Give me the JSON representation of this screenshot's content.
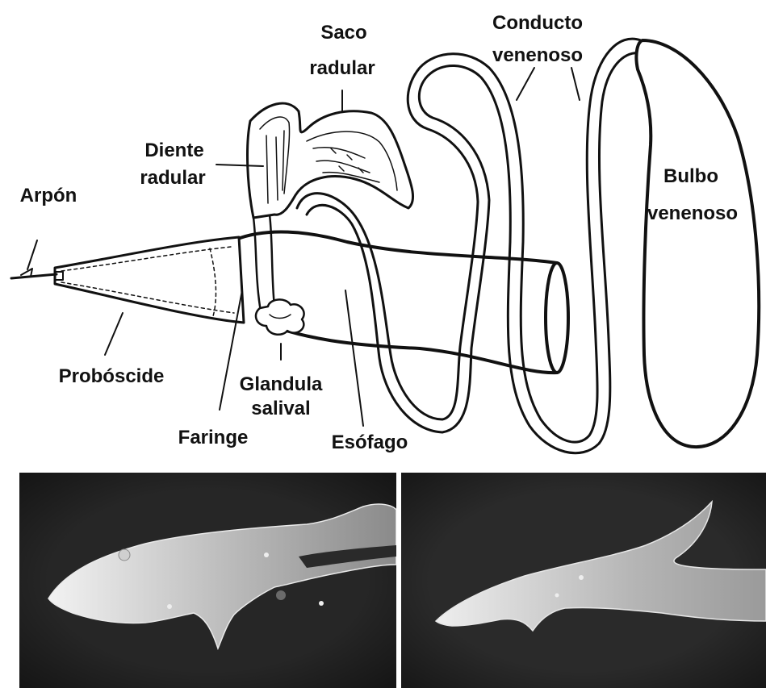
{
  "labels": {
    "arpon": "Arpón",
    "proboscide": "Probóscide",
    "faringe": "Faringe",
    "diente_l1": "Diente",
    "diente_l2": "radular",
    "saco_l1": "Saco",
    "saco_l2": "radular",
    "glandula_l1": "Glandula",
    "glandula_l2": "salival",
    "esofago": "Esófago",
    "conducto_l1": "Conducto",
    "conducto_l2": "venenoso",
    "bulbo_l1": "Bulbo",
    "bulbo_l2": "venenoso"
  },
  "colors": {
    "ink": "#111111",
    "photo_bg": "#2a2a2a",
    "harpoon_light": "#d8d8d8"
  }
}
